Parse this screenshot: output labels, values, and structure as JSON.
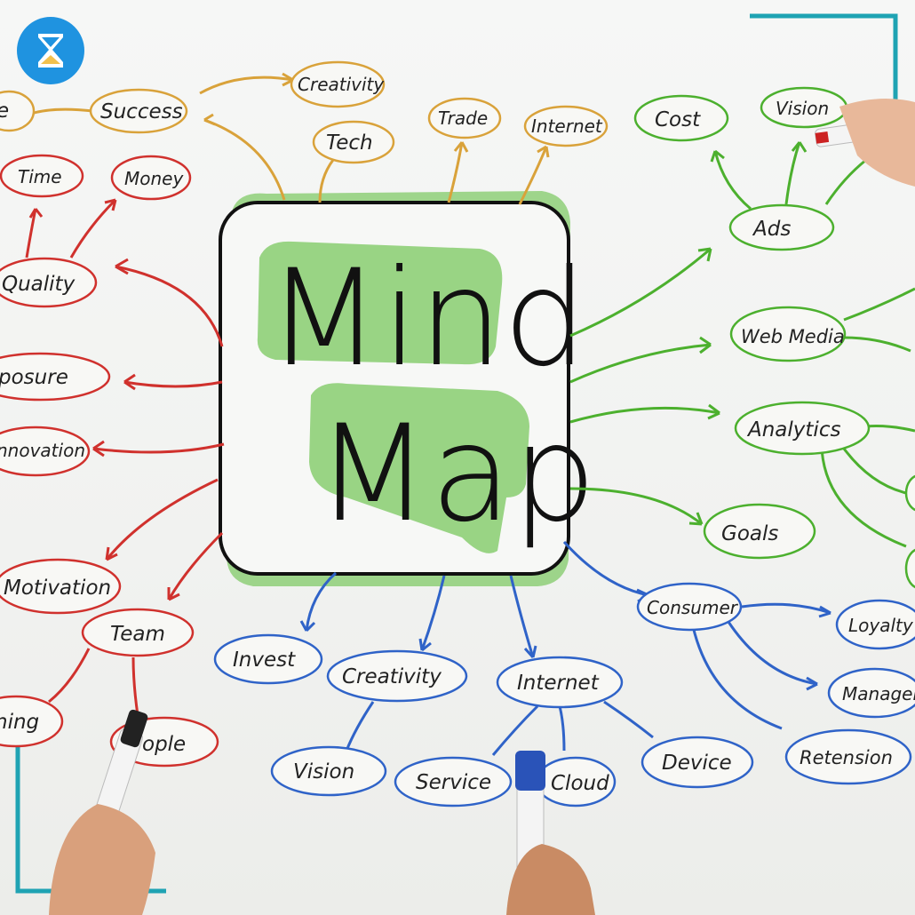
{
  "center": {
    "line1": "Mind",
    "line2": "Map"
  },
  "colors": {
    "orange": "#d9a23a",
    "red": "#d0312d",
    "green": "#4cb02e",
    "blue": "#2f63c8",
    "highlight": "#8ecf78",
    "frame": "#1fa3b3",
    "logo_bg": "#1f93e0",
    "logo_fg": "#f2c14e"
  },
  "nodes": {
    "orange": [
      "e",
      "Success",
      "Creativity",
      "Tech",
      "Trade",
      "Internet"
    ],
    "red": [
      "Time",
      "Money",
      "Quality",
      "posure",
      "nnovation",
      "Motivation",
      "Team",
      "ning",
      "ople"
    ],
    "green": [
      "Cost",
      "Vision",
      "Ads",
      "Web Media",
      "Analytics",
      "Goals"
    ],
    "blue": [
      "Consumer",
      "Loyalty",
      "Manager",
      "Retension",
      "Invest",
      "Creativity",
      "Internet",
      "Vision",
      "Service",
      "Cloud",
      "Device"
    ]
  },
  "icons": [
    "hourglass-logo-icon",
    "marker-pen-icon"
  ]
}
